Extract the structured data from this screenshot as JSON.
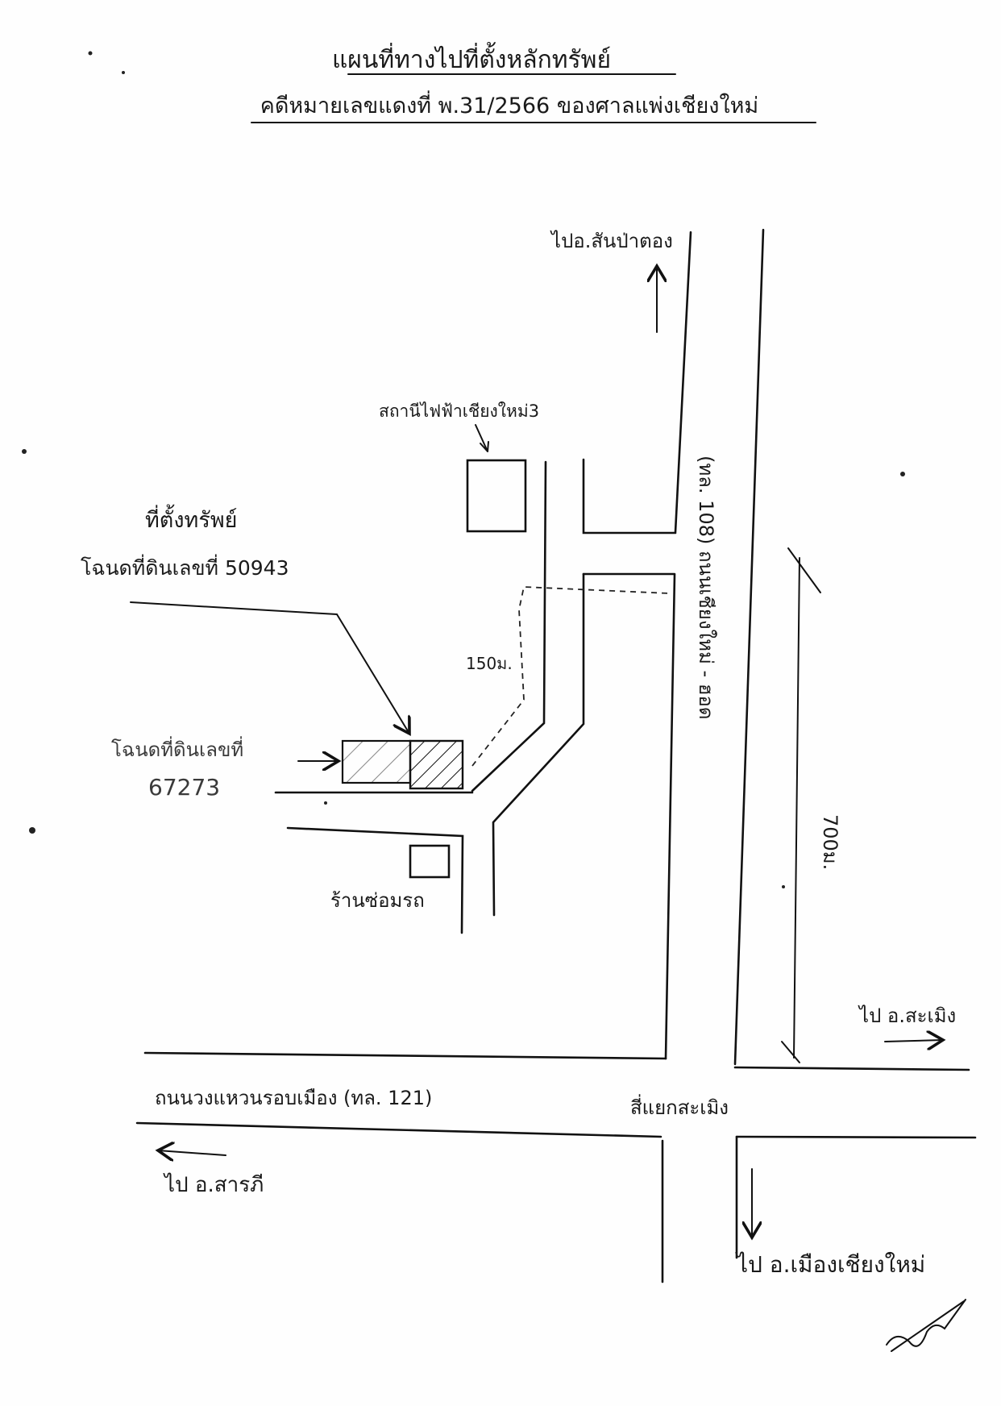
{
  "header": {
    "title": "แผนที่ทางไปที่ตั้งหลักทรัพย์",
    "subtitle": "คดีหมายเลขแดงที่ พ.31/2566 ของศาลแพ่งเชียงใหม่"
  },
  "labels": {
    "to_sanpatong": "ไปอ.สันป่าตอง",
    "substation": "สถานีไฟฟ้าเชียงใหม่3",
    "property_title": "ที่ตั้งทรัพย์",
    "property_deed": "โฉนดที่ดินเลขที่ 50943",
    "adjacent_deed_line1": "โฉนดที่ดินเลขที่",
    "adjacent_deed_line2": "67273",
    "distance_150": "150ม.",
    "garage": "ร้านซ่อมรถ",
    "highway_108": "(ทล. 108) ถนนเชียงใหม่ - ฮอด",
    "distance_700": "700ม.",
    "ring_road": "ถนนวงแหวนรอบเมือง (ทล. 121)",
    "intersection": "สี่แยกสะเมิง",
    "to_samoeng": "ไป อ.สะเมิง",
    "to_saraphi": "ไป อ.สารภี",
    "to_mueang": "ไป อ.เมืองเชียงใหม่"
  },
  "colors": {
    "ink": "#111111",
    "paper": "#fefefe"
  }
}
